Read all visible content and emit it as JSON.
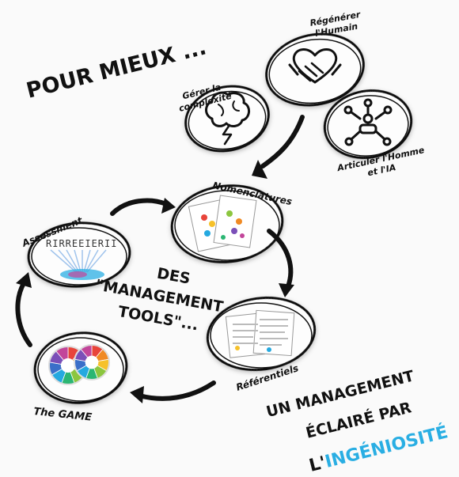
{
  "heading": "POUR MIEUX ...",
  "goals": [
    {
      "label_lines": [
        "Régénérer",
        "l'Humain"
      ],
      "icon": "handshake-heart-icon"
    },
    {
      "label_lines": [
        "Gérer la",
        "complexité"
      ],
      "icon": "brain-lightning-icon"
    },
    {
      "label_lines": [
        "Articuler l'Homme",
        "et l'IA"
      ],
      "icon": "human-network-icon"
    }
  ],
  "center_lines": [
    "DES",
    "\"MANAGEMENT",
    "TOOLS\"..."
  ],
  "tools": [
    {
      "label": "Nomenclatures"
    },
    {
      "label": "Référentiels"
    },
    {
      "label": "The GAME"
    },
    {
      "label": "Assessment"
    }
  ],
  "assessment_text": "RIRREEIERII",
  "tagline": {
    "line1": "UN MANAGEMENT",
    "line2": "ÉCLAIRÉ PAR",
    "line3_prefix": "L'",
    "line3_highlight": "INGÉNIOSITÉ"
  },
  "colors": {
    "ink": "#111111",
    "highlight": "#29aee3",
    "game_segments": [
      "#e8443a",
      "#f08a24",
      "#f6c12a",
      "#8cc63f",
      "#2bb673",
      "#25a9e0",
      "#3b6fc9",
      "#7b4fb8",
      "#c2459a"
    ]
  }
}
